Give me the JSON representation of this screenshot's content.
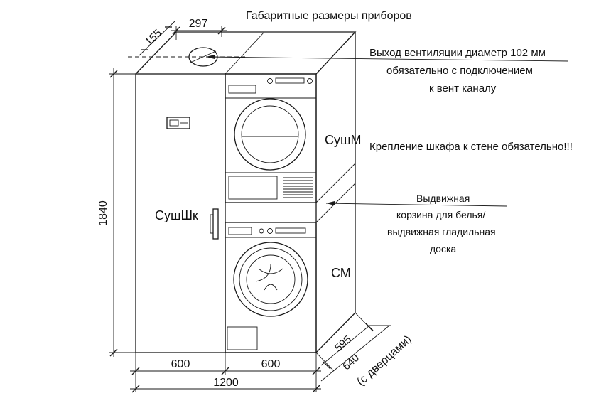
{
  "title": "Габаритные размеры приборов",
  "labels": {
    "dryer_cabinet": "СушШк",
    "dryer": "СушМ",
    "washer": "СМ"
  },
  "annotations": {
    "vent_line1": "Выход вентиляции диаметр 102 мм",
    "vent_line2": "обязательно с подключением",
    "vent_line3": "к вент каналу",
    "wall_mount": "Крепление шкафа к стене обязательно!!!",
    "drawer_line1": "Выдвижная",
    "drawer_line2": "корзина для белья/",
    "drawer_line3": "выдвижная гладильная",
    "drawer_line4": "доска"
  },
  "dimensions": {
    "height": "1840",
    "top_depth": "155",
    "top_width": "297",
    "width_left": "600",
    "width_right": "600",
    "total_width": "1200",
    "depth": "595",
    "depth_with_doors": "640",
    "depth_note": "(с дверцами)"
  }
}
